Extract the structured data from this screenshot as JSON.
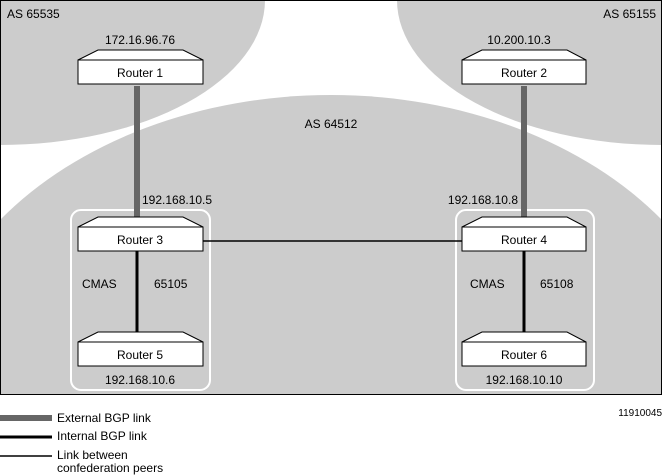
{
  "regions": {
    "left_as": "AS 65535",
    "right_as": "AS 65155",
    "center_as": "AS 64512"
  },
  "routers": {
    "r1": {
      "label": "Router 1",
      "ip": "172.16.96.76"
    },
    "r2": {
      "label": "Router 2",
      "ip": "10.200.10.3"
    },
    "r3": {
      "label": "Router 3",
      "ip": "192.168.10.5"
    },
    "r4": {
      "label": "Router 4",
      "ip": "192.168.10.8"
    },
    "r5": {
      "label": "Router 5",
      "ip": "192.168.10.6"
    },
    "r6": {
      "label": "Router 6",
      "ip": "192.168.10.10"
    }
  },
  "confeds": {
    "left": {
      "label": "CMAS",
      "number": "65105"
    },
    "right": {
      "label": "CMAS",
      "number": "65108"
    }
  },
  "legend": {
    "external": "External BGP link",
    "internal": "Internal BGP link",
    "confed_line1": "Link between",
    "confed_line2": "confederation peers"
  },
  "figure_id": "11910045",
  "colors": {
    "region": "#cccccc",
    "external": "#666666"
  }
}
